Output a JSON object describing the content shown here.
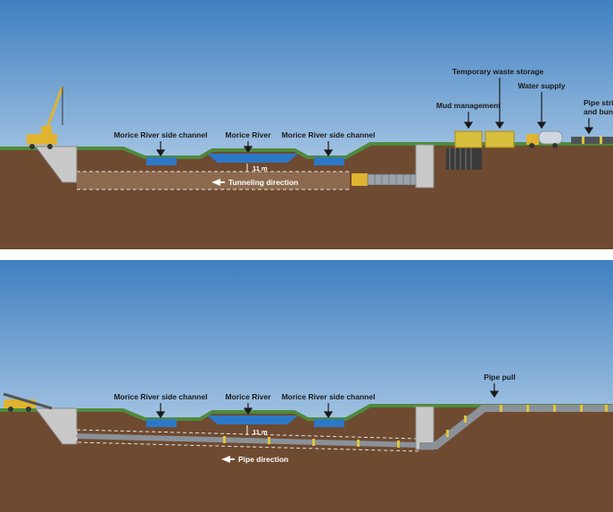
{
  "top_panel": {
    "labels": {
      "side_channel_left": "Morice River side channel",
      "river": "Morice River",
      "side_channel_right": "Morice River side channel",
      "mud_management": "Mud management",
      "temporary_waste_storage": "Temporary waste storage",
      "water_supply": "Water supply",
      "pipe_string_prep_line1": "Pipe string prep",
      "pipe_string_prep_line2": "and bundle",
      "depth": "11 m",
      "direction": "Tunneling direction"
    }
  },
  "bottom_panel": {
    "labels": {
      "side_channel_left": "Morice River side channel",
      "river": "Morice River",
      "side_channel_right": "Morice River side channel",
      "pipe_pull": "Pipe pull",
      "depth": "11 m",
      "direction": "Pipe direction"
    }
  },
  "colors": {
    "sky_top": "#3f7fc0",
    "sky_bottom": "#dbeaf6",
    "grass": "#4f8a3c",
    "soil": "#6e4a30",
    "water": "#2c78c8",
    "machine_yellow": "#e0b430",
    "pipe_gray": "#9aa3ab"
  }
}
